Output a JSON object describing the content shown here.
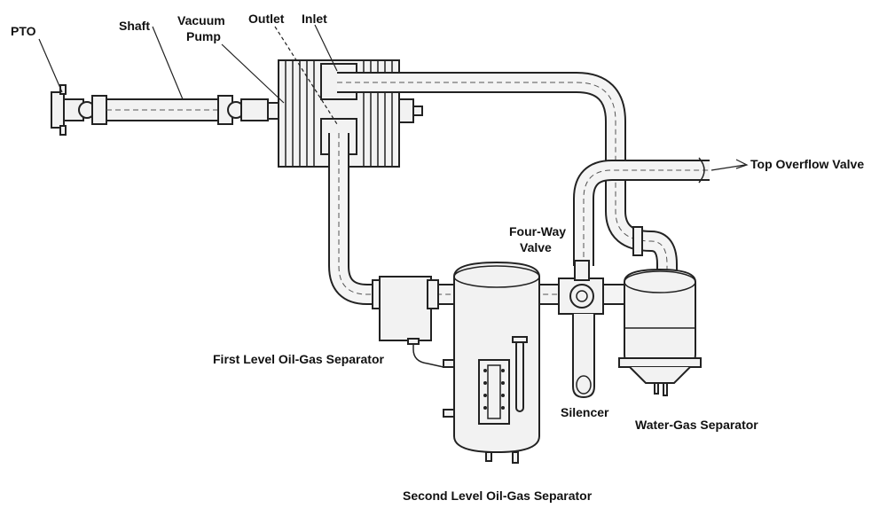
{
  "labels": {
    "pto": "PTO",
    "shaft": "Shaft",
    "vacuum_pump": [
      "Vacuum",
      "Pump"
    ],
    "outlet": "Outlet",
    "inlet": "Inlet",
    "top_overflow_valve": "Top Overflow Valve",
    "four_way_valve": [
      "Four-Way",
      "Valve"
    ],
    "first_level_separator": "First Level Oil-Gas Separator",
    "silencer": "Silencer",
    "water_gas_separator": "Water-Gas Separator",
    "second_level_separator": "Second Level Oil-Gas Separator"
  }
}
